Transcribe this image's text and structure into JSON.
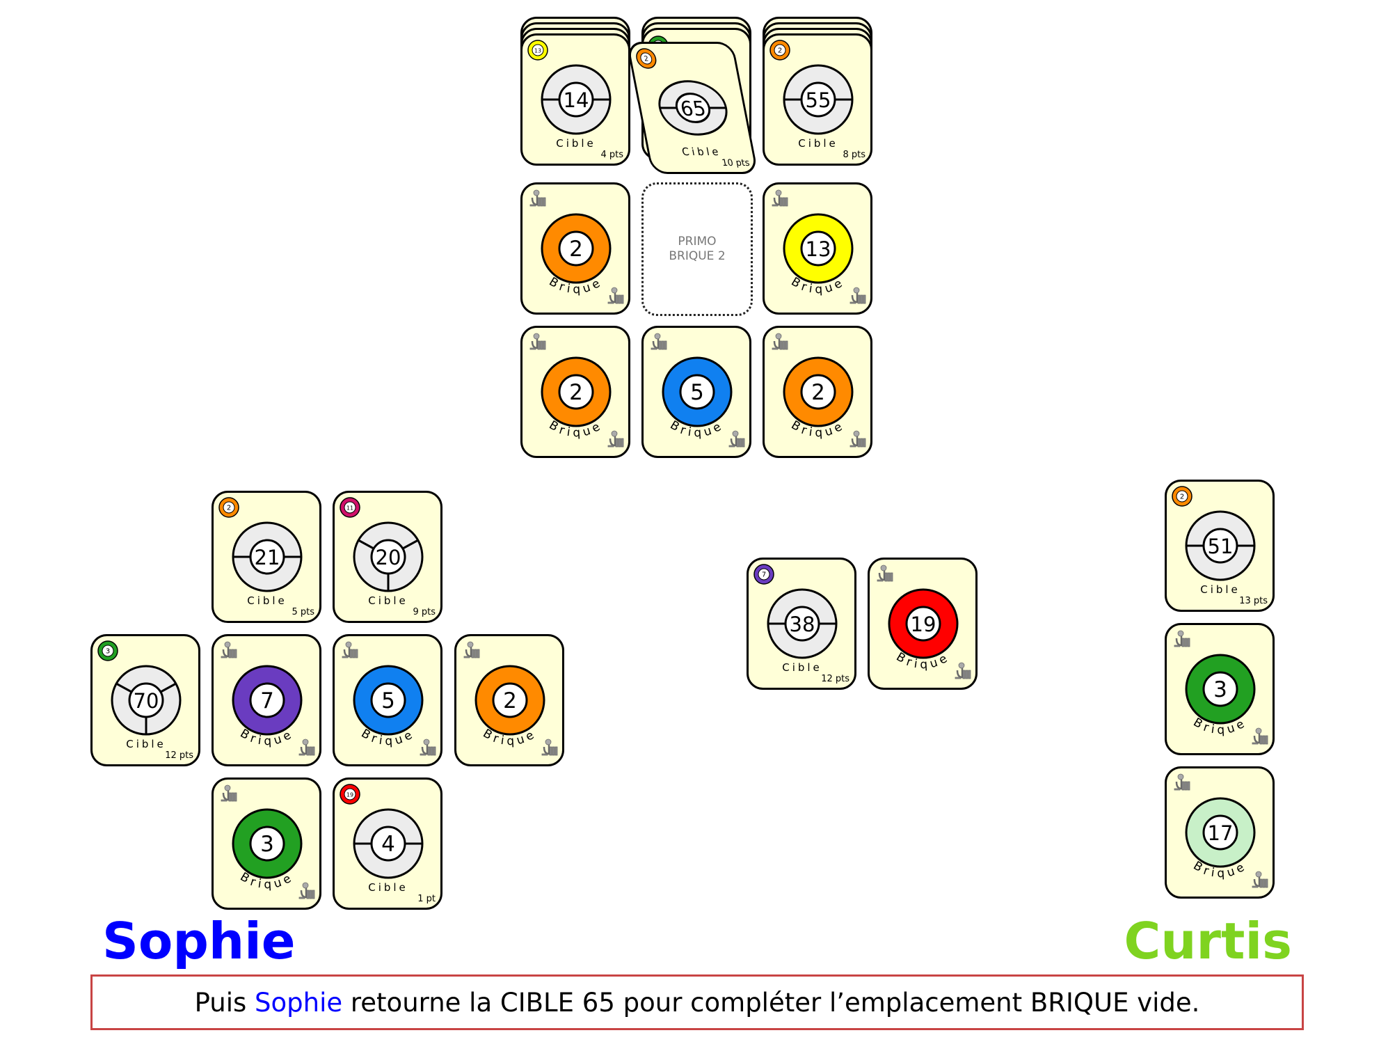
{
  "colors": {
    "card_bg": "#ffffd8",
    "cible_ring": "#ececec",
    "sophie": "#0000ff",
    "curtis": "#7fd320",
    "message_border": "#c84444"
  },
  "labels": {
    "cible": "Cible",
    "brique": "Brique"
  },
  "center": {
    "targets": [
      {
        "type": "cible",
        "number": "14",
        "badge": {
          "number": "13",
          "color": "#ffff00"
        },
        "points": "4 pts",
        "splits": 2,
        "stack": 3
      },
      {
        "type": "cible",
        "number": "65",
        "badge": {
          "number": "2",
          "color": "#ff8a00"
        },
        "points": "10 pts",
        "splits": 2,
        "stack": 3,
        "flipping": true,
        "under_badge_color": "#22a022"
      },
      {
        "type": "cible",
        "number": "55",
        "badge": {
          "number": "2",
          "color": "#ff8a00"
        },
        "points": "8 pts",
        "splits": 2,
        "stack": 3
      }
    ],
    "empty_slot": {
      "line1": "PRIMO",
      "line2": "BRIQUE 2"
    },
    "bricks": [
      {
        "type": "brique",
        "number": "2",
        "color": "#ff8a00"
      },
      {
        "type": "brique",
        "number": "13",
        "color": "#ffff00"
      },
      {
        "type": "brique",
        "number": "2",
        "color": "#ff8a00"
      },
      {
        "type": "brique",
        "number": "5",
        "color": "#1080f0"
      },
      {
        "type": "brique",
        "number": "2",
        "color": "#ff8a00"
      }
    ]
  },
  "sophie": {
    "name": "Sophie",
    "cards": [
      {
        "type": "cible",
        "number": "21",
        "badge": {
          "number": "2",
          "color": "#ff8a00"
        },
        "points": "5 pts",
        "splits": 2
      },
      {
        "type": "cible",
        "number": "20",
        "badge": {
          "number": "11",
          "color": "#d0106a"
        },
        "points": "9 pts",
        "splits": 3
      },
      {
        "type": "cible",
        "number": "70",
        "badge": {
          "number": "3",
          "color": "#22a022"
        },
        "points": "12 pts",
        "splits": 3
      },
      {
        "type": "brique",
        "number": "7",
        "color": "#6a3cc0"
      },
      {
        "type": "brique",
        "number": "5",
        "color": "#1080f0"
      },
      {
        "type": "brique",
        "number": "2",
        "color": "#ff8a00"
      },
      {
        "type": "brique",
        "number": "3",
        "color": "#22a022"
      },
      {
        "type": "cible",
        "number": "4",
        "badge": {
          "number": "19",
          "color": "#ff0000"
        },
        "points": "1 pt",
        "splits": 2
      }
    ]
  },
  "middle": {
    "cards": [
      {
        "type": "cible",
        "number": "38",
        "badge": {
          "number": "7",
          "color": "#6a3cc0"
        },
        "points": "12 pts",
        "splits": 2
      },
      {
        "type": "brique",
        "number": "19",
        "color": "#ff0000"
      }
    ]
  },
  "curtis": {
    "name": "Curtis",
    "cards": [
      {
        "type": "cible",
        "number": "51",
        "badge": {
          "number": "2",
          "color": "#ff8a00"
        },
        "points": "13 pts",
        "splits": 2
      },
      {
        "type": "brique",
        "number": "3",
        "color": "#22a022"
      },
      {
        "type": "brique",
        "number": "17",
        "color": "#c8f0c8"
      }
    ]
  },
  "message": {
    "before": "Puis ",
    "name": "Sophie",
    "after": " retourne la CIBLE 65 pour compléter l’emplacement BRIQUE vide."
  }
}
